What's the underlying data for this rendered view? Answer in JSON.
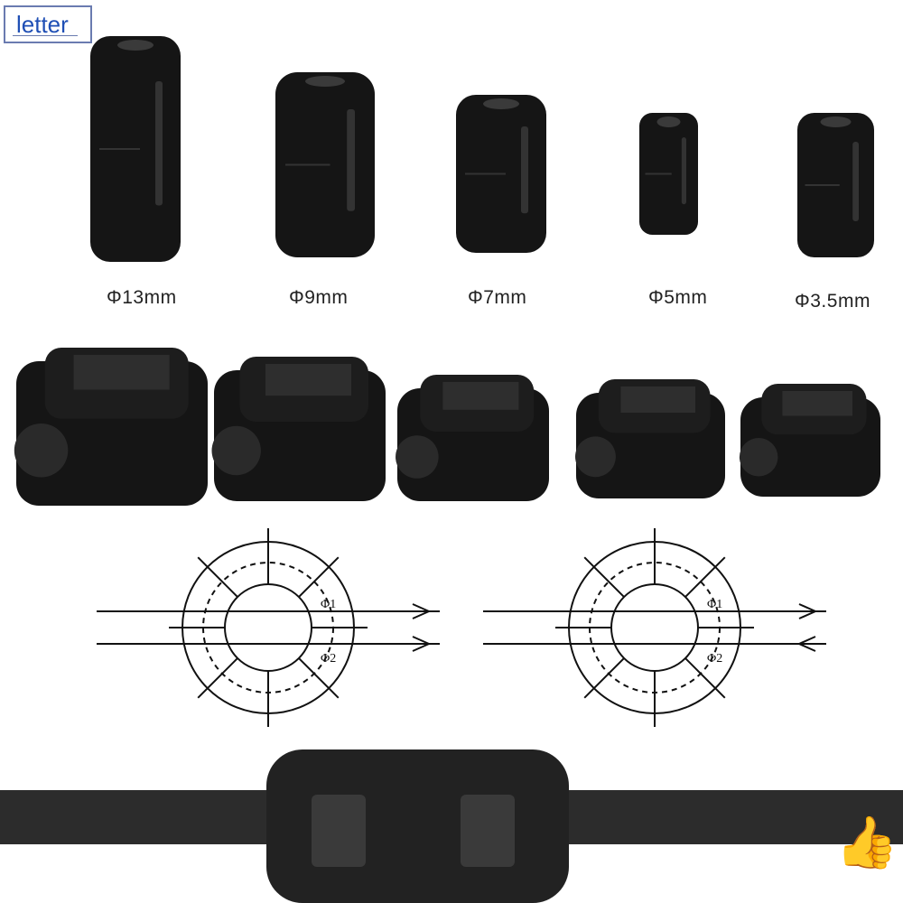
{
  "logo": {
    "text": "letter"
  },
  "sizes": [
    {
      "label": "Φ13mm"
    },
    {
      "label": "Φ9mm"
    },
    {
      "label": "Φ7mm"
    },
    {
      "label": "Φ5mm"
    },
    {
      "label": "Φ3.5mm"
    }
  ],
  "diagrams": [
    {
      "flux_labels": [
        "Φ1",
        "Φ2"
      ]
    },
    {
      "flux_labels": [
        "Φ1",
        "Φ2"
      ]
    }
  ],
  "colors": {
    "core": "#151515",
    "logo": "#1f4fb5"
  },
  "badge_icon": "thumbs-up-icon"
}
